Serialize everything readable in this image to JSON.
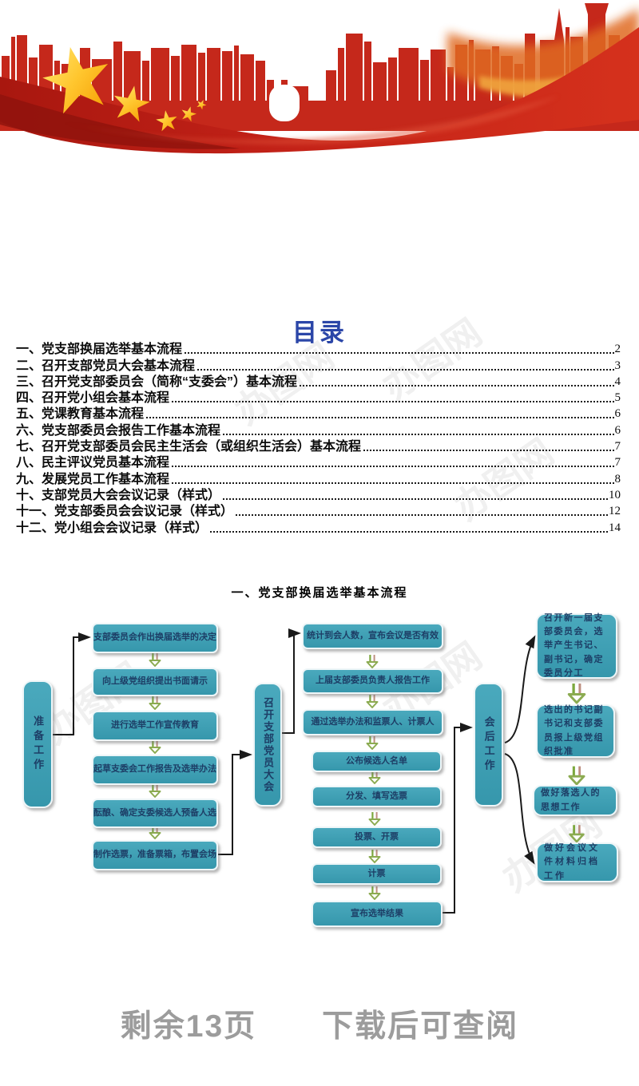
{
  "colors": {
    "header_red": "#c5281b",
    "ribbon_red": "#b01c12",
    "star_gold": "#ffc62e",
    "toc_title_blue": "#2b46a8",
    "node_teal": "#3d9fb4",
    "node_text_navy": "#1d3e66",
    "arrow_green": "#8cab51",
    "connector_black": "#1a1a1a",
    "footer_gray": "#9c9c9c"
  },
  "watermark": {
    "text": "办图网"
  },
  "toc": {
    "title": "目录",
    "items": [
      {
        "label": "一、党支部换届选举基本流程",
        "page": "2"
      },
      {
        "label": "二、召开支部党员大会基本流程",
        "page": "3"
      },
      {
        "label": "三、召开党支部委员会（简称“支委会”）基本流程",
        "page": "4"
      },
      {
        "label": "四、召开党小组会基本流程",
        "page": "5"
      },
      {
        "label": "五、党课教育基本流程",
        "page": "6"
      },
      {
        "label": "六、党支部委员会报告工作基本流程",
        "page": "6"
      },
      {
        "label": "七、召开党支部委员会民主生活会（或组织生活会）基本流程",
        "page": "7"
      },
      {
        "label": "八、民主评议党员基本流程",
        "page": "7"
      },
      {
        "label": "九、发展党员工作基本流程",
        "page": "8"
      },
      {
        "label": "十、支部党员大会会议记录（样式）",
        "page": "10"
      },
      {
        "label": "十一、党支部委员会会议记录（样式）",
        "page": "12"
      },
      {
        "label": "十二、党小组会会议记录（样式）",
        "page": "14"
      }
    ]
  },
  "flowchart": {
    "title": "一、党支部换届选举基本流程",
    "stage_left": "准备工作",
    "stage_middle": "召开支部党员大会",
    "stage_right": "会后工作",
    "left_steps": [
      "支部委员会作出换届选举的决定",
      "向上级党组织提出书面请示",
      "进行选举工作宣传教育",
      "起草支委会工作报告及选举办法",
      "酝酿、确定支委候选人预备人选",
      "制作选票，准备票箱，布置会场"
    ],
    "middle_steps": [
      "统计到会人数，宣布会议是否有效",
      "上届支部委员负责人报告工作",
      "通过选举办法和监票人、计票人",
      "公布候选人名单",
      "分发、填写选票",
      "投票、开票",
      "计票",
      "宣布选举结果"
    ],
    "right_steps": [
      "召开新一届支部委员会，选举产生书记、副书记，确定委员分工",
      "选出的书记副书记和支部委员报上级党组织批准",
      "做好落选人的思想工作",
      "做好会议文件材料归档工作"
    ]
  },
  "footer": {
    "remaining_text": "剩余13页　　下载后可查阅"
  }
}
